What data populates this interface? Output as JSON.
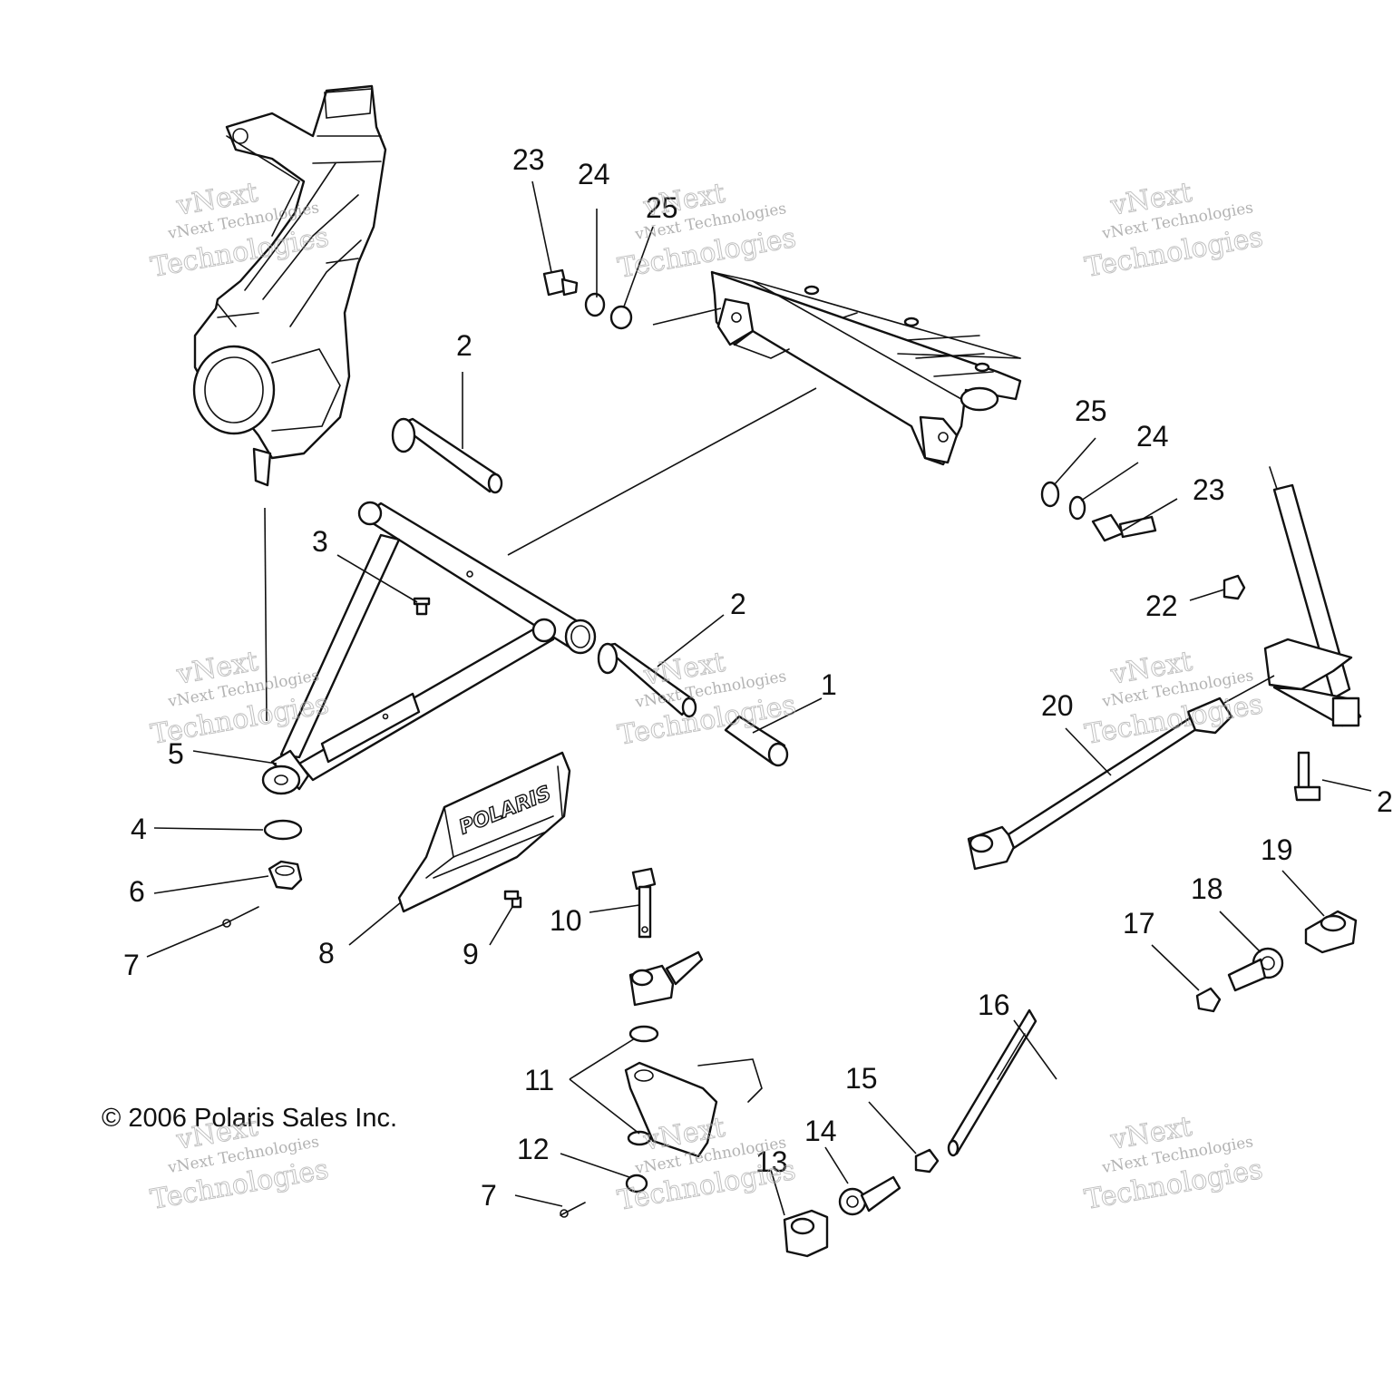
{
  "callouts": [
    {
      "id": "c23a",
      "label": "23"
    },
    {
      "id": "c24a",
      "label": "24"
    },
    {
      "id": "c25a",
      "label": "25"
    },
    {
      "id": "c2a",
      "label": "2"
    },
    {
      "id": "c3",
      "label": "3"
    },
    {
      "id": "c2b",
      "label": "2"
    },
    {
      "id": "c1",
      "label": "1"
    },
    {
      "id": "c5",
      "label": "5"
    },
    {
      "id": "c4",
      "label": "4"
    },
    {
      "id": "c6",
      "label": "6"
    },
    {
      "id": "c7a",
      "label": "7"
    },
    {
      "id": "c8",
      "label": "8"
    },
    {
      "id": "c9",
      "label": "9"
    },
    {
      "id": "c10",
      "label": "10"
    },
    {
      "id": "c11",
      "label": "11"
    },
    {
      "id": "c12",
      "label": "12"
    },
    {
      "id": "c7b",
      "label": "7"
    },
    {
      "id": "c13",
      "label": "13"
    },
    {
      "id": "c14",
      "label": "14"
    },
    {
      "id": "c15",
      "label": "15"
    },
    {
      "id": "c16",
      "label": "16"
    },
    {
      "id": "c17",
      "label": "17"
    },
    {
      "id": "c18",
      "label": "18"
    },
    {
      "id": "c19",
      "label": "19"
    },
    {
      "id": "c20",
      "label": "20"
    },
    {
      "id": "c21",
      "label": "2"
    },
    {
      "id": "c22",
      "label": "22"
    },
    {
      "id": "c23b",
      "label": "23"
    },
    {
      "id": "c24b",
      "label": "24"
    },
    {
      "id": "c25b",
      "label": "25"
    }
  ],
  "copyright": "© 2006 Polaris Sales Inc.",
  "brand_mark": "POLARIS",
  "watermark": {
    "line1": "vNext",
    "line2": "vNext Technologies",
    "line3": "Technologies"
  }
}
